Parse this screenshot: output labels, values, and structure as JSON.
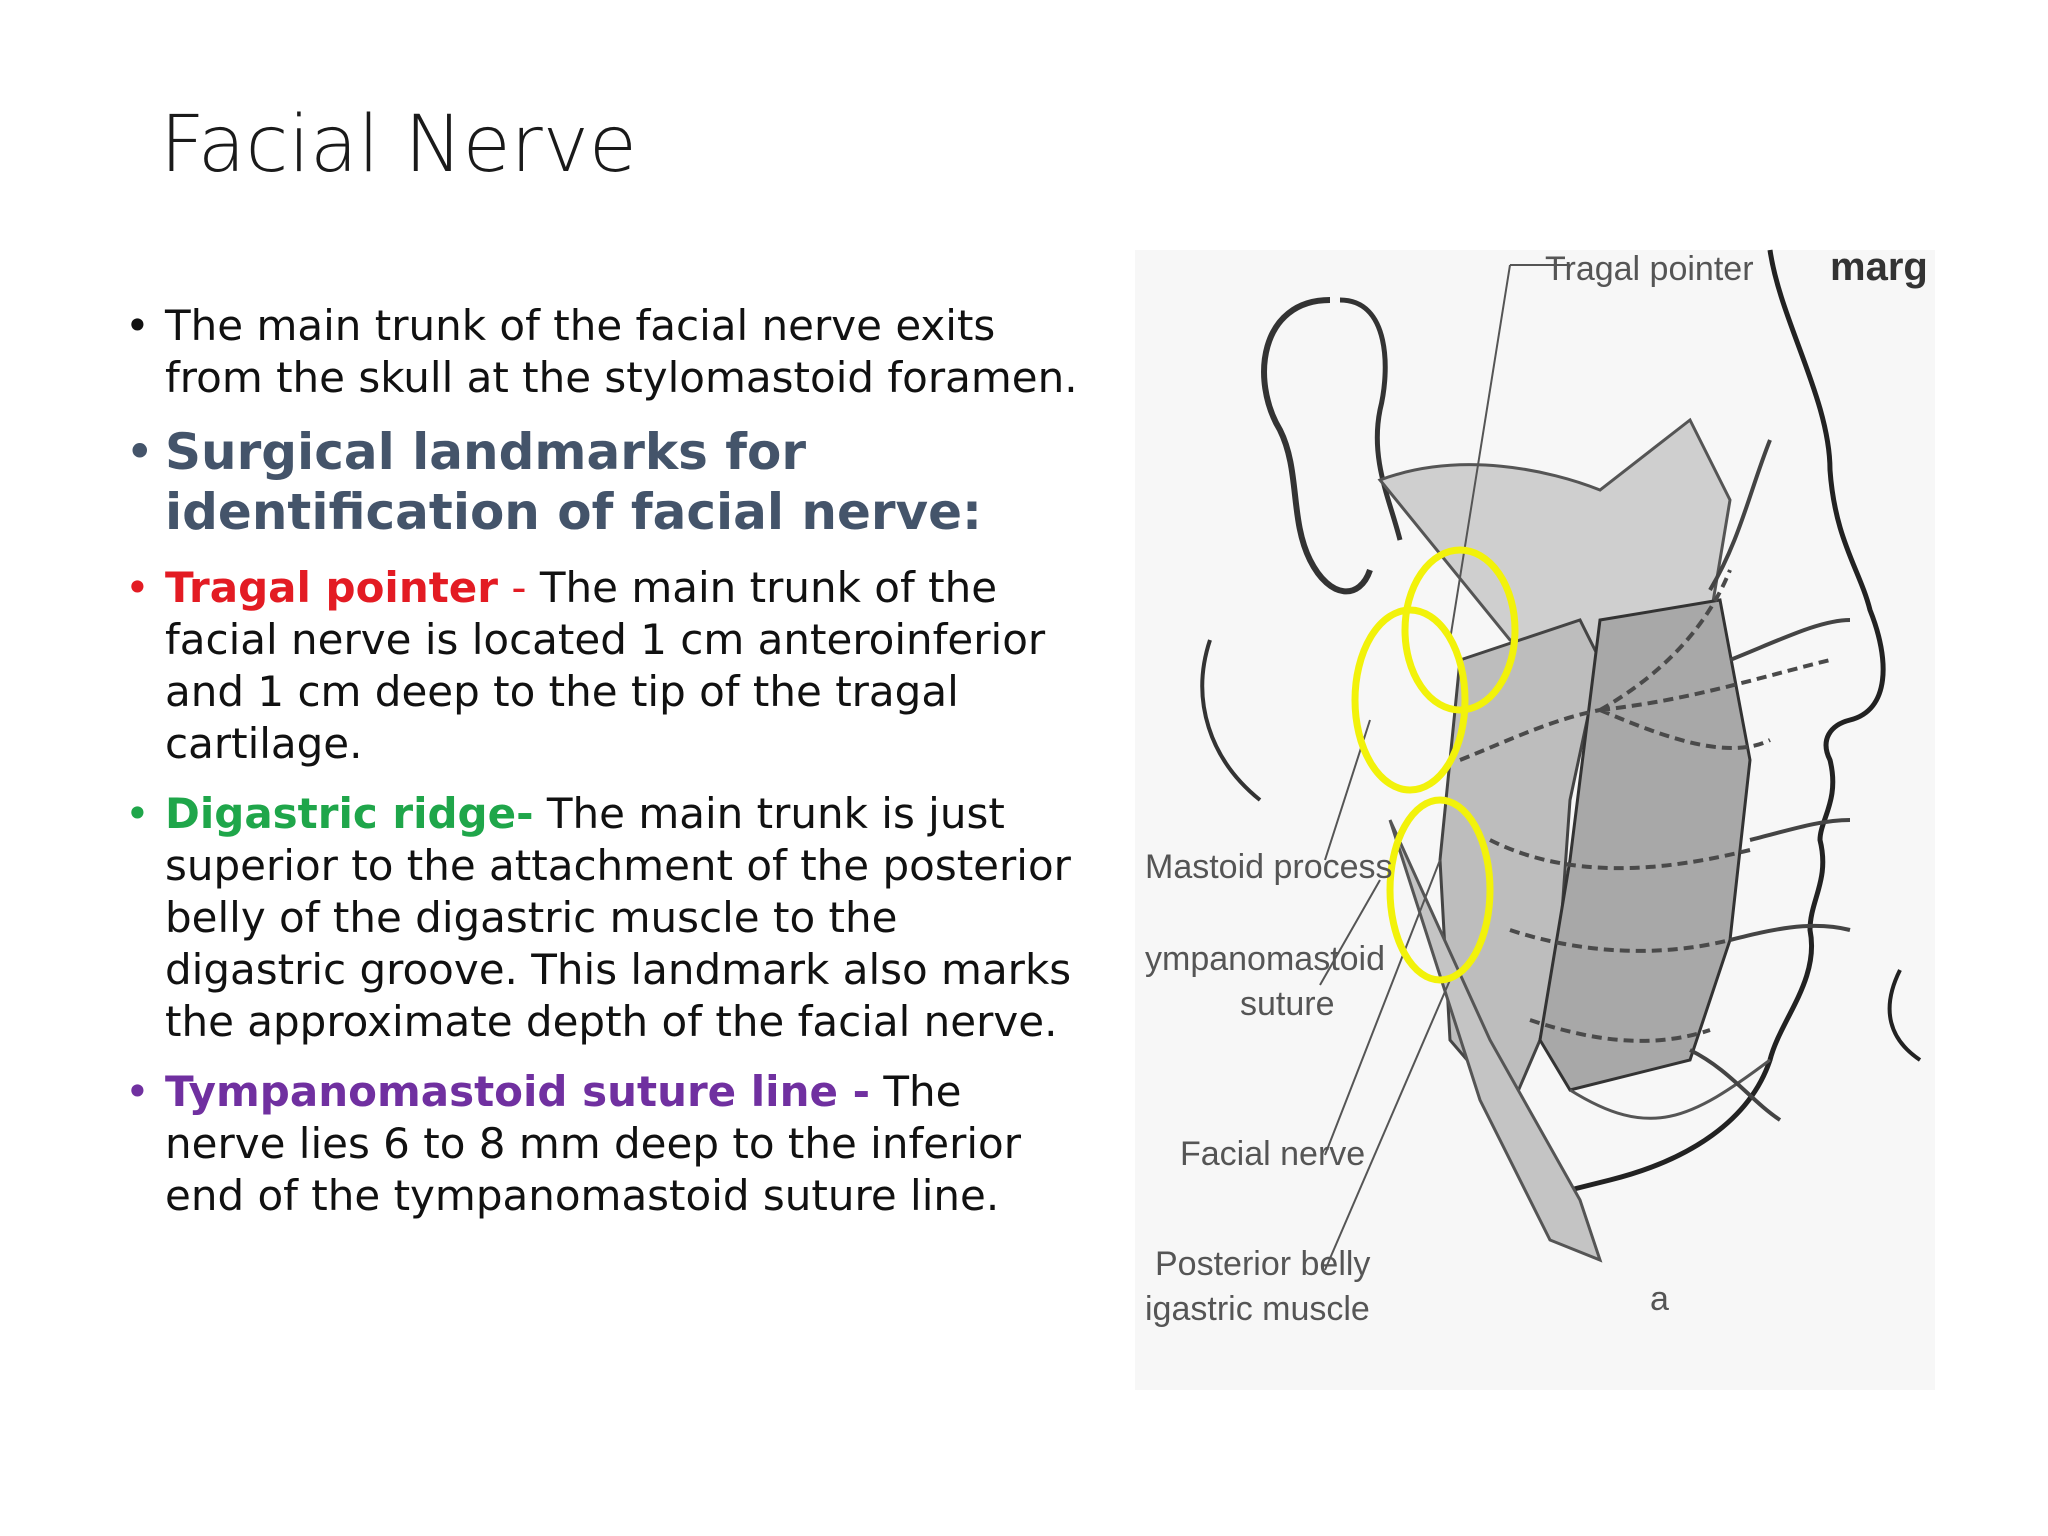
{
  "slide": {
    "title": "Facial Nerve",
    "bullets": {
      "b1": {
        "text": "The main trunk of the facial nerve exits from the skull at the stylomastoid foramen."
      },
      "b2": {
        "text": "Surgical landmarks for identification of facial nerve:"
      },
      "b3": {
        "lead": "Tragal pointer",
        "separator": " - ",
        "text": "The main trunk of the facial nerve is located 1 cm anteroinferior and 1 cm deep to the tip of the tragal cartilage.",
        "color": "#e31b23"
      },
      "b4": {
        "lead": "Digastric ridge-",
        "text": " The main trunk is just superior to the attachment of the posterior belly of the digastric muscle to the digastric groove. This landmark also marks the approximate depth of the facial nerve.",
        "color": "#1fa64a"
      },
      "b5": {
        "lead": "Tympanomastoid suture line -",
        "text": " The nerve lies 6 to 8 mm deep to the inferior end of the tympanomastoid suture line.",
        "color": "#7030a0"
      }
    },
    "heading_color": "#44546a",
    "bullet_glyph": "•"
  },
  "figure": {
    "labels": {
      "tragal_pointer": "Tragal pointer",
      "margin_fragment": "marg",
      "mastoid_process": "Mastoid process",
      "tympanomastoid_1": "ympanomastoid",
      "tympanomastoid_2": "suture",
      "facial_nerve": "Facial nerve",
      "posterior_belly_1": "Posterior belly",
      "posterior_belly_2": "igastric muscle",
      "figure_letter": "a"
    },
    "highlight_color": "#f2f20a"
  }
}
